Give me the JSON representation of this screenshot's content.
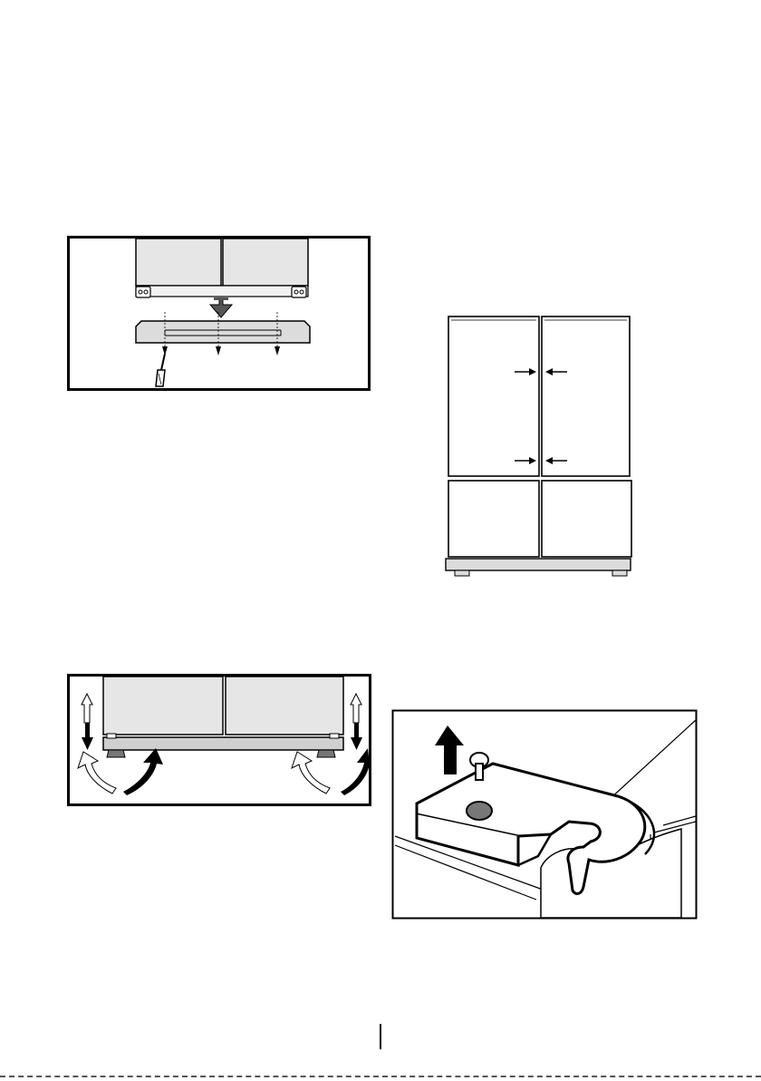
{
  "document": {
    "figures": [
      {
        "id": "fig-mount-base-cover",
        "subject": "refrigerator-with-base-cover-and-screwdriver",
        "framed": true
      },
      {
        "id": "fig-door-alignment",
        "subject": "front-view-door-gap-arrows",
        "framed": false
      },
      {
        "id": "fig-leveling-feet",
        "subject": "feet-adjustment-rotation-arrows",
        "framed": true
      },
      {
        "id": "fig-hinge-cover",
        "subject": "hinge-cover-lift-arrow",
        "framed": true
      }
    ],
    "page_marker": "page-number-divider"
  },
  "colors": {
    "stroke": "#000000",
    "panel_fill": "#e6e6e6",
    "cover_fill": "#dcdcdc",
    "arrow_fill": "#000000",
    "arrow_outline_fill": "#ffffff"
  },
  "icons": [
    "screwdriver-icon",
    "arrow-down-icon",
    "arrow-up-icon",
    "rotate-arrow-icon",
    "screw-icon"
  ]
}
